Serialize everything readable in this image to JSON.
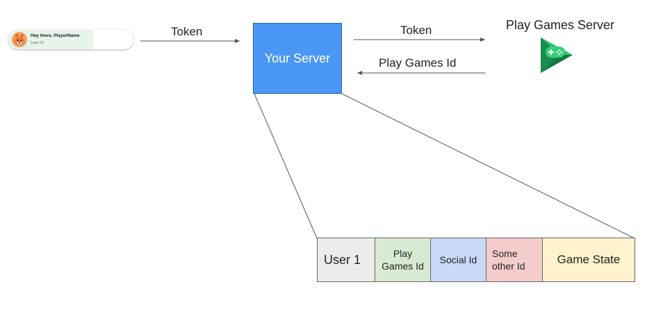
{
  "player_card": {
    "greeting": "Hey there, PlayerName",
    "level": "Level 10"
  },
  "server": {
    "label": "Your Server"
  },
  "play_games_server": {
    "title": "Play Games Server"
  },
  "arrows": {
    "client_to_server": "Token",
    "server_to_play": "Token",
    "play_to_server": "Play Games Id"
  },
  "record": {
    "cells": [
      {
        "text": "User 1",
        "color": "#ececec"
      },
      {
        "text": "Play\nGames Id",
        "color": "#d9ead3"
      },
      {
        "text": "Social Id",
        "color": "#c9daf8"
      },
      {
        "text": "Some\nother Id",
        "color": "#f4cccc"
      },
      {
        "text": "Game State",
        "color": "#fff2cc"
      }
    ]
  },
  "colors": {
    "server_blue": "#4a97f5",
    "play_green": "#1ea362"
  },
  "icons": {
    "avatar": "fox-avatar-icon",
    "play_games": "play-games-logo-icon"
  }
}
